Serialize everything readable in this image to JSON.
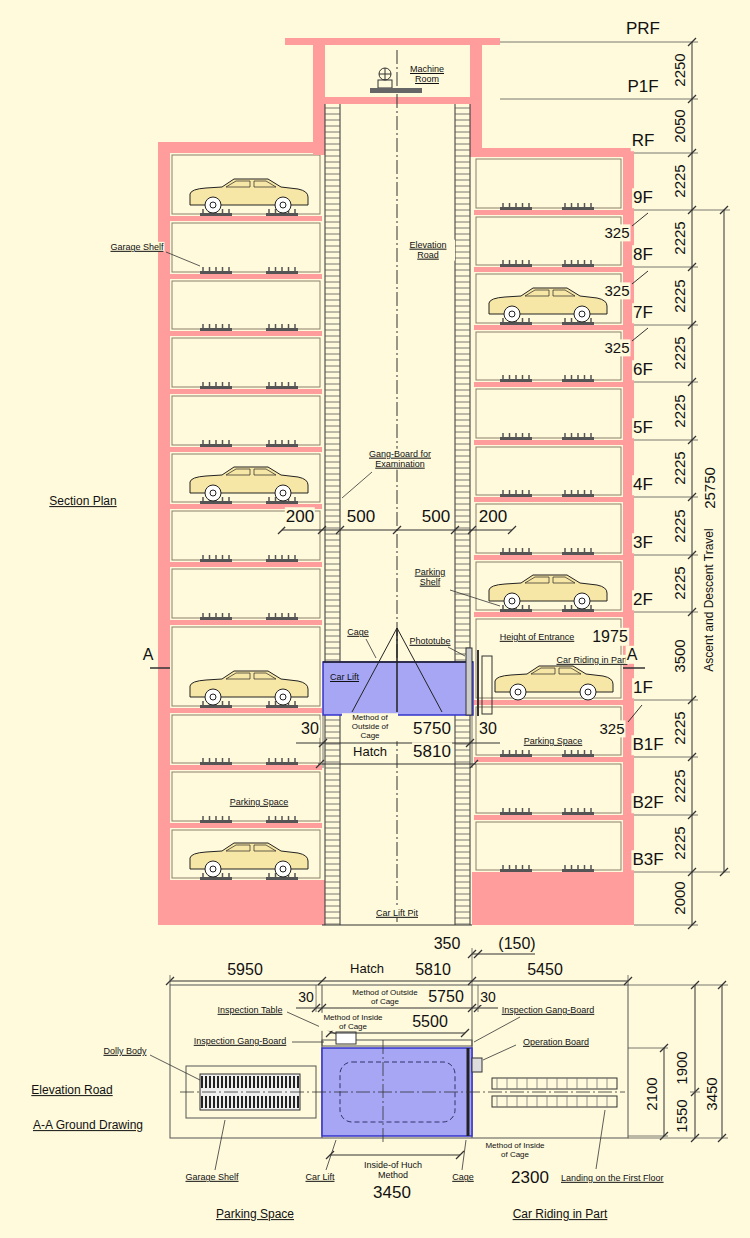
{
  "diagram": {
    "nodes": [
      {
        "text": [
          "Machine Room"
        ]
      },
      {
        "text": [
          "Car Lift"
        ]
      }
    ],
    "labels": [
      "PRF",
      "2250",
      "P1F",
      "2050",
      "RF",
      "2225",
      "9F",
      "325",
      "2225",
      "8F",
      "325",
      "2225",
      "7F",
      "325",
      "2225",
      "6F",
      "2225",
      "5F",
      "2225",
      "4F",
      "2225",
      "3F",
      "2225",
      "2F",
      "3500",
      "1F",
      "2225",
      "B1F",
      "2225",
      "B2F",
      "2225",
      "B3F",
      "2000",
      "25750",
      "Ascent and Descent Travel",
      "Elevation Road",
      "Garage Shelf",
      "Gang-Board for Examination",
      "200",
      "500",
      "500",
      "200",
      "Parking Shelf",
      "Cage",
      "Phototube",
      "Height of Entrance",
      "1975",
      "Car Riding in Part",
      "A",
      "A",
      "30",
      "Method of Outside of Cage",
      "5750",
      "30",
      "325",
      "Hatch",
      "5810",
      "Parking Space",
      "Parking Space",
      "Car Lift Pit",
      "Section Plan",
      "350",
      "(150)",
      "5950",
      "Hatch",
      "5810",
      "5450",
      "30",
      "Method of Outside of Cage",
      "5750",
      "30",
      "Inspection Table",
      "Inspection Gang-Board",
      "Method of Inside of Cage",
      "5500",
      "Dolly Body",
      "Inspection Gang-Board",
      "Operation Board",
      "Elevation Road",
      "A-A Ground Drawing",
      "1900",
      "2100",
      "1550",
      "3450",
      "Method of Inside of Cage",
      "Garage Shelf",
      "Car Lift",
      "Inside-of Huch Method",
      "Cage",
      "3450",
      "2300",
      "Landing on the First Floor",
      "Parking Space",
      "Car Riding in Part"
    ]
  }
}
